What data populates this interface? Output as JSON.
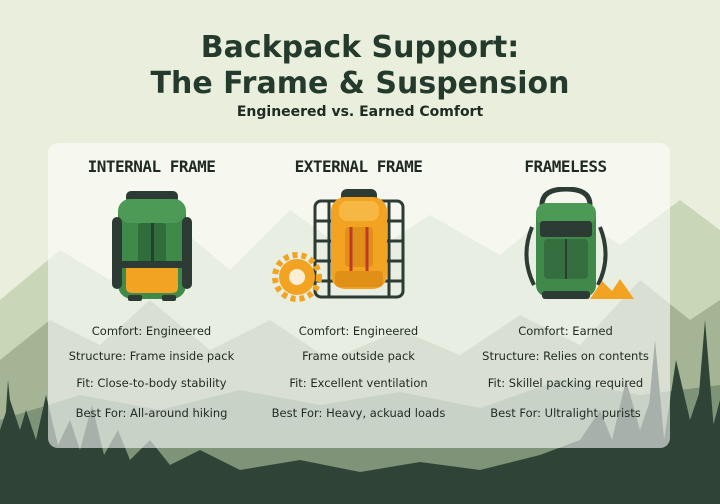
{
  "title_line1": "Backpack Support:",
  "title_line2": "The Frame & Suspension",
  "subtitle": "Engineered vs. Earned Comfort",
  "columns": [
    {
      "heading": "INTERNAL FRAME",
      "icon": "internal-frame-backpack-icon",
      "lines": [
        "Comfort: Engineered",
        "Structure: Frame inside pack",
        "Fit: Close-to-body stability",
        "Best For: All-around hiking"
      ]
    },
    {
      "heading": "EXTERNAL FRAME",
      "icon": "external-frame-backpack-icon",
      "lines": [
        "Comfort: Engineered",
        "Frame outside pack",
        "Fit: Excellent ventilation",
        "Best For: Heavy, ackuad loads"
      ]
    },
    {
      "heading": "FRAMELESS",
      "icon": "frameless-backpack-icon",
      "lines": [
        "Comfort: Earned",
        "Structure: Relies on contents",
        "Fit: Skillel packing required",
        "Best For: Ultralight purists"
      ]
    }
  ],
  "colors": {
    "sky": "#e9efdc",
    "mountain_far": "#c9d6b7",
    "mountain_near": "#a4b494",
    "forest": "#2f4436",
    "pack_green": "#3f8a4a",
    "pack_dark": "#2c3b33",
    "pack_orange": "#f2a321",
    "title": "#243a2c"
  }
}
